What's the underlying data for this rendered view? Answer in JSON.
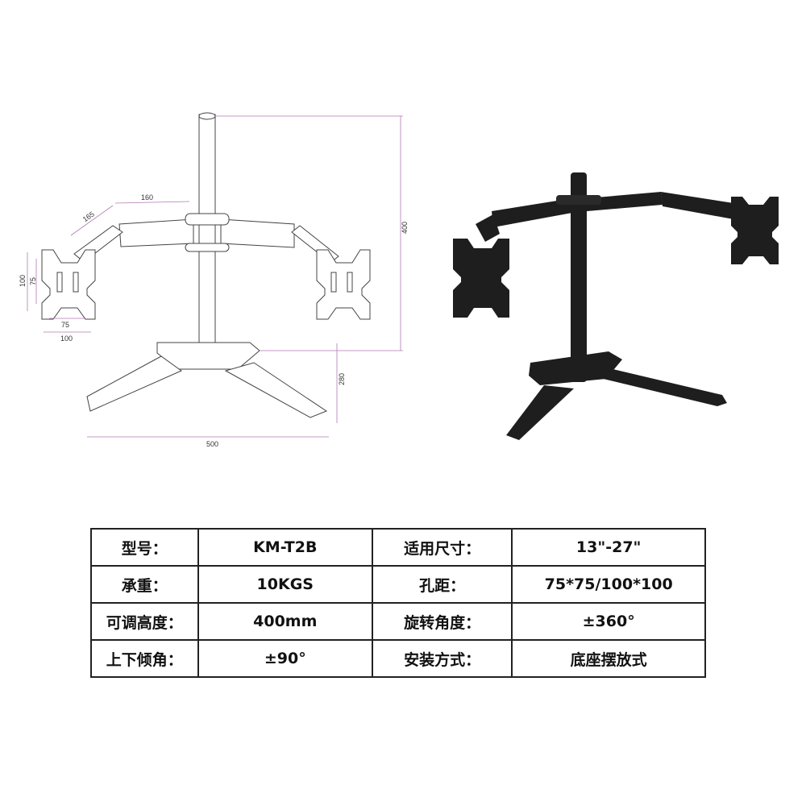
{
  "drawing": {
    "title": "Technical line drawing with dimensions",
    "dimensions": {
      "arm_segment_1": "165",
      "arm_segment_2": "160",
      "pole_height": "400",
      "vesa_outer_vertical": "100",
      "vesa_inner_vertical": "75",
      "vesa_inner_horizontal": "75",
      "vesa_outer_horizontal": "100",
      "base_depth": "280",
      "base_width": "500"
    },
    "dimension_line_color": "#b07ab0"
  },
  "photo": {
    "title": "Black dual monitor desk stand product render",
    "product_color": "#1e1e1e"
  },
  "spec_table": {
    "rows": [
      {
        "label1": "型号：",
        "value1": "KM-T2B",
        "label2": "适用尺寸：",
        "value2": "13\"-27\""
      },
      {
        "label1": "承重：",
        "value1": "10KGS",
        "label2": "孔距：",
        "value2": "75*75/100*100"
      },
      {
        "label1": "可调高度：",
        "value1": "400mm",
        "label2": "旋转角度：",
        "value2": "±360°"
      },
      {
        "label1": "上下倾角：",
        "value1": "±90°",
        "label2": "安装方式：",
        "value2": "底座摆放式"
      }
    ]
  }
}
